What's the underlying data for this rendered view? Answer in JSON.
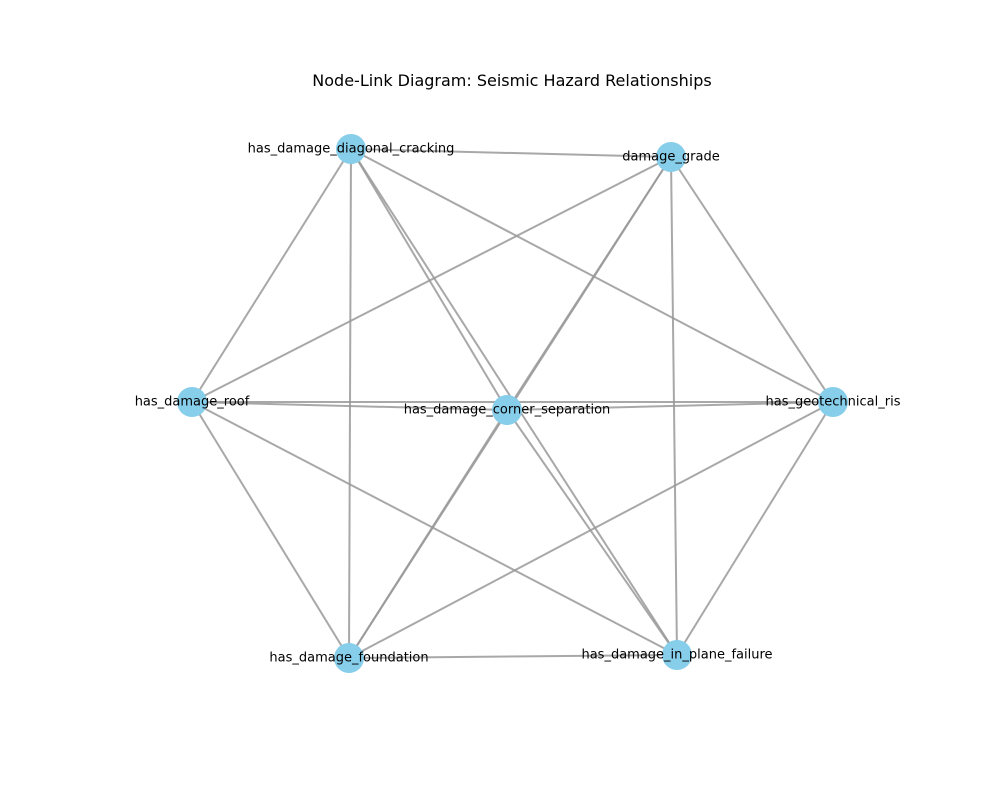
{
  "title": "Node-Link Diagram: Seismic Hazard Relationships",
  "colors": {
    "node_fill": "#87ceeb",
    "edge_stroke": "#999999",
    "label_text": "#000000",
    "background": "#ffffff"
  },
  "nodes": [
    {
      "id": "has_damage_diagonal_cracking",
      "label": "has_damage_diagonal_cracking"
    },
    {
      "id": "damage_grade",
      "label": "damage_grade"
    },
    {
      "id": "has_damage_roof",
      "label": "has_damage_roof"
    },
    {
      "id": "has_damage_corner_separation",
      "label": "has_damage_corner_separation"
    },
    {
      "id": "has_geotechnical_ris",
      "label": "has_geotechnical_ris"
    },
    {
      "id": "has_damage_foundation",
      "label": "has_damage_foundation"
    },
    {
      "id": "has_damage_in_plane_failure",
      "label": "has_damage_in_plane_failure"
    }
  ],
  "edges": [
    [
      "has_damage_diagonal_cracking",
      "damage_grade"
    ],
    [
      "has_damage_diagonal_cracking",
      "has_damage_roof"
    ],
    [
      "has_damage_diagonal_cracking",
      "has_damage_foundation"
    ],
    [
      "has_damage_diagonal_cracking",
      "has_damage_corner_separation"
    ],
    [
      "has_damage_diagonal_cracking",
      "has_damage_in_plane_failure"
    ],
    [
      "has_damage_diagonal_cracking",
      "has_geotechnical_ris"
    ],
    [
      "damage_grade",
      "has_damage_roof"
    ],
    [
      "damage_grade",
      "has_damage_corner_separation"
    ],
    [
      "damage_grade",
      "has_damage_foundation"
    ],
    [
      "damage_grade",
      "has_damage_in_plane_failure"
    ],
    [
      "damage_grade",
      "has_geotechnical_ris"
    ],
    [
      "has_damage_roof",
      "has_damage_corner_separation"
    ],
    [
      "has_damage_roof",
      "has_geotechnical_ris"
    ],
    [
      "has_damage_roof",
      "has_damage_foundation"
    ],
    [
      "has_damage_roof",
      "has_damage_in_plane_failure"
    ],
    [
      "has_damage_corner_separation",
      "has_geotechnical_ris"
    ],
    [
      "has_damage_corner_separation",
      "has_damage_foundation"
    ],
    [
      "has_damage_corner_separation",
      "has_damage_in_plane_failure"
    ],
    [
      "has_geotechnical_ris",
      "has_damage_foundation"
    ],
    [
      "has_geotechnical_ris",
      "has_damage_in_plane_failure"
    ],
    [
      "has_damage_foundation",
      "has_damage_in_plane_failure"
    ]
  ]
}
